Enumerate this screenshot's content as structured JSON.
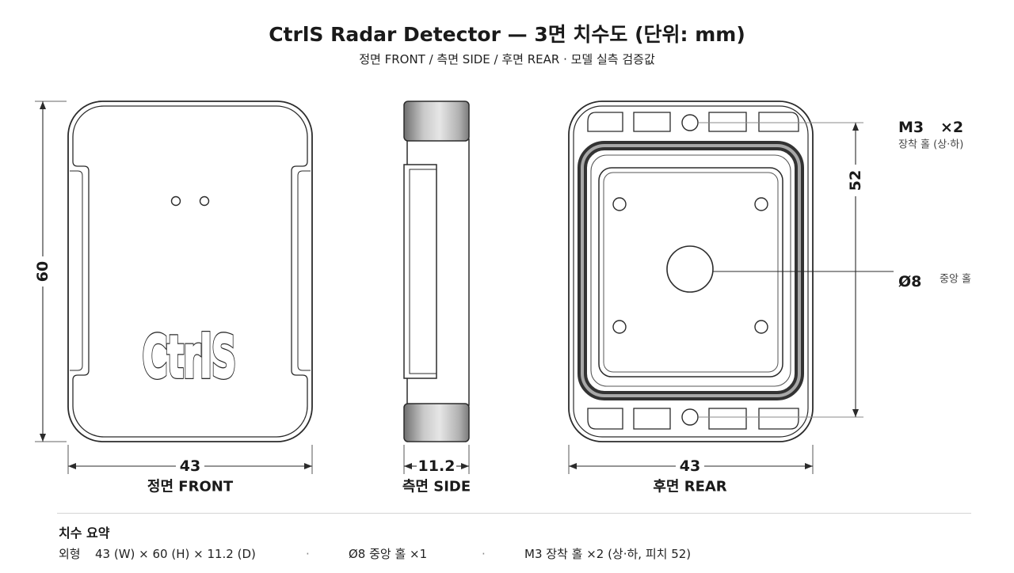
{
  "title": "CtrlS Radar Detector — 3면 치수도 (단위: mm)",
  "subtitle": "정면 FRONT / 측면 SIDE / 후면 REAR · 모델 실측 검증값",
  "views": {
    "front": {
      "label": "정면 FRONT",
      "width": "43",
      "height": "60",
      "logo": "CtrlS"
    },
    "side": {
      "label": "측면 SIDE",
      "depth": "11.2"
    },
    "rear": {
      "label": "후면 REAR",
      "width": "43",
      "hole_pitch": "52",
      "mount_hole": {
        "spec": "M3",
        "count": "×2",
        "note": "장착 홀 (상·하)"
      },
      "center_hole": {
        "spec": "Ø8",
        "note": "중앙 홀"
      }
    }
  },
  "summary": {
    "heading": "치수 요약",
    "outline_label": "외형",
    "outline_value": "43 (W) × 60 (H) × 11.2 (D)",
    "separator": "·",
    "center_hole": "Ø8 중앙 홀 ×1",
    "mount_holes": "M3 장착 홀 ×2 (상·하, 피치 52)"
  },
  "colors": {
    "line": "#2b2b2b",
    "text": "#1a1a1a",
    "divider": "#d4d4d4",
    "shade": "#8a8a8a"
  }
}
